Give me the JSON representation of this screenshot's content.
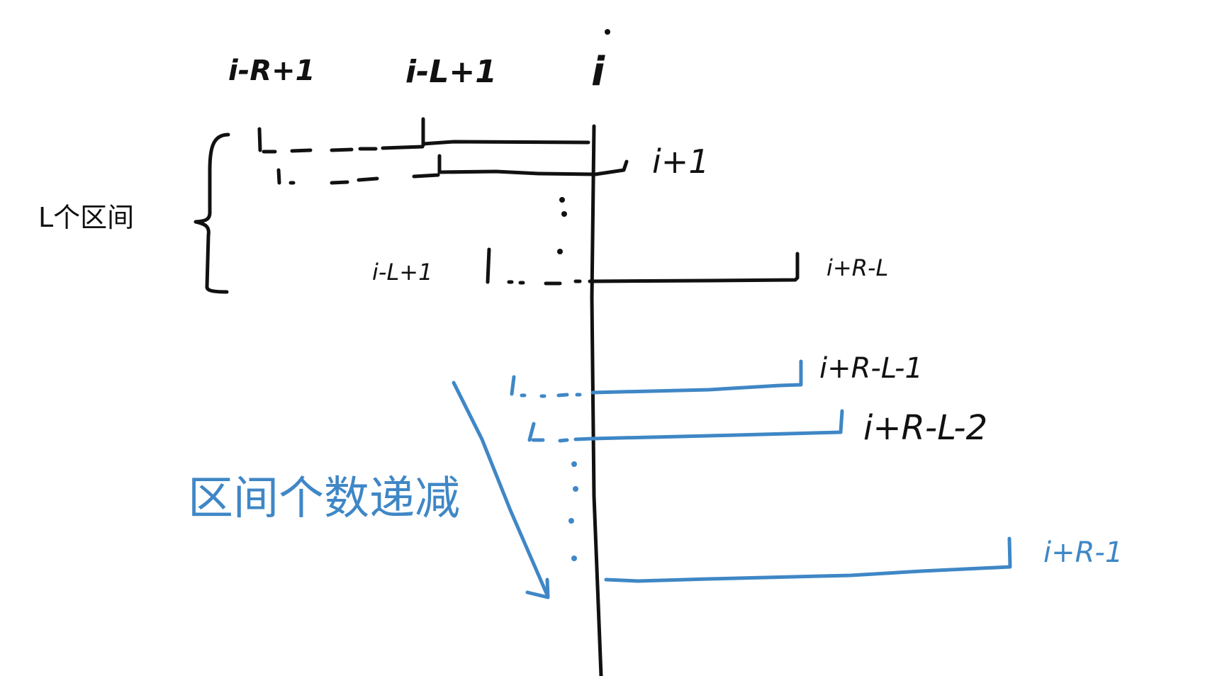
{
  "colors": {
    "ink": "#111111",
    "accent": "#3f87c6",
    "background": "#ffffff"
  },
  "header_labels": {
    "left": "i-R+1",
    "middle": "i-L+1",
    "center": "i"
  },
  "group_label": "L个区间",
  "black_intervals": [
    {
      "left_label": "",
      "right_label": ""
    },
    {
      "left_label": "",
      "right_label": "i+1"
    },
    {
      "left_label": "i-L+1",
      "right_label": "i+R-L"
    }
  ],
  "blue_intervals": [
    {
      "right_label": "i+R-L-1",
      "right_label_color": "black"
    },
    {
      "right_label": "i+R-L-2",
      "right_label_color": "black"
    },
    {
      "right_label": "i+R-1",
      "right_label_color": "blue"
    }
  ],
  "annotation": {
    "text": "区间个数递减",
    "arrow": "down-arrow"
  }
}
